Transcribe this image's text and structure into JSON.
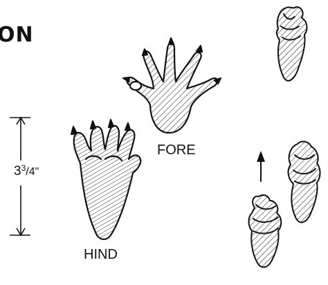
{
  "title": {
    "text": "ON"
  },
  "labels": {
    "fore": "FORE",
    "hind": "HIND"
  },
  "measurement": {
    "whole": "3",
    "numerator": "3",
    "denominator": "/4\""
  },
  "colors": {
    "ink": "#111111",
    "background": "#ffffff"
  },
  "icons": {
    "direction_arrow": "up-arrow-icon"
  }
}
